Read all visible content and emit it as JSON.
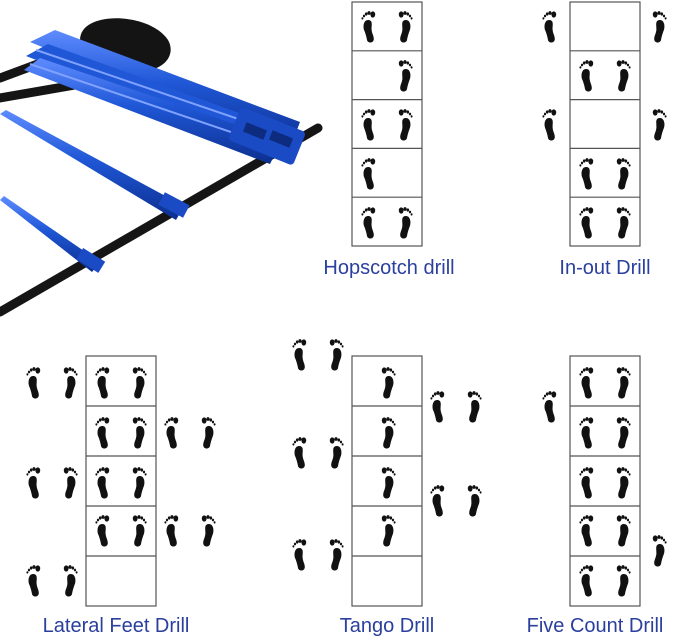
{
  "colors": {
    "caption": "#2a3f9e",
    "ladder_rung": "#1f57d6",
    "strap": "#151515",
    "feet": "#111111",
    "grid": "#555555"
  },
  "product_photo": {
    "icon": "agility-ladder-photo"
  },
  "diagrams": [
    {
      "id": "hopscotch",
      "caption": "Hopscotch drill",
      "icon": "footprints-icon"
    },
    {
      "id": "in-out",
      "caption": "In-out Drill",
      "icon": "footprints-icon"
    },
    {
      "id": "lateral-feet",
      "caption": "Lateral Feet Drill",
      "icon": "footprints-icon"
    },
    {
      "id": "tango",
      "caption": "Tango Drill",
      "icon": "footprints-icon"
    },
    {
      "id": "five-count",
      "caption": "Five Count Drill",
      "icon": "footprints-icon"
    }
  ]
}
